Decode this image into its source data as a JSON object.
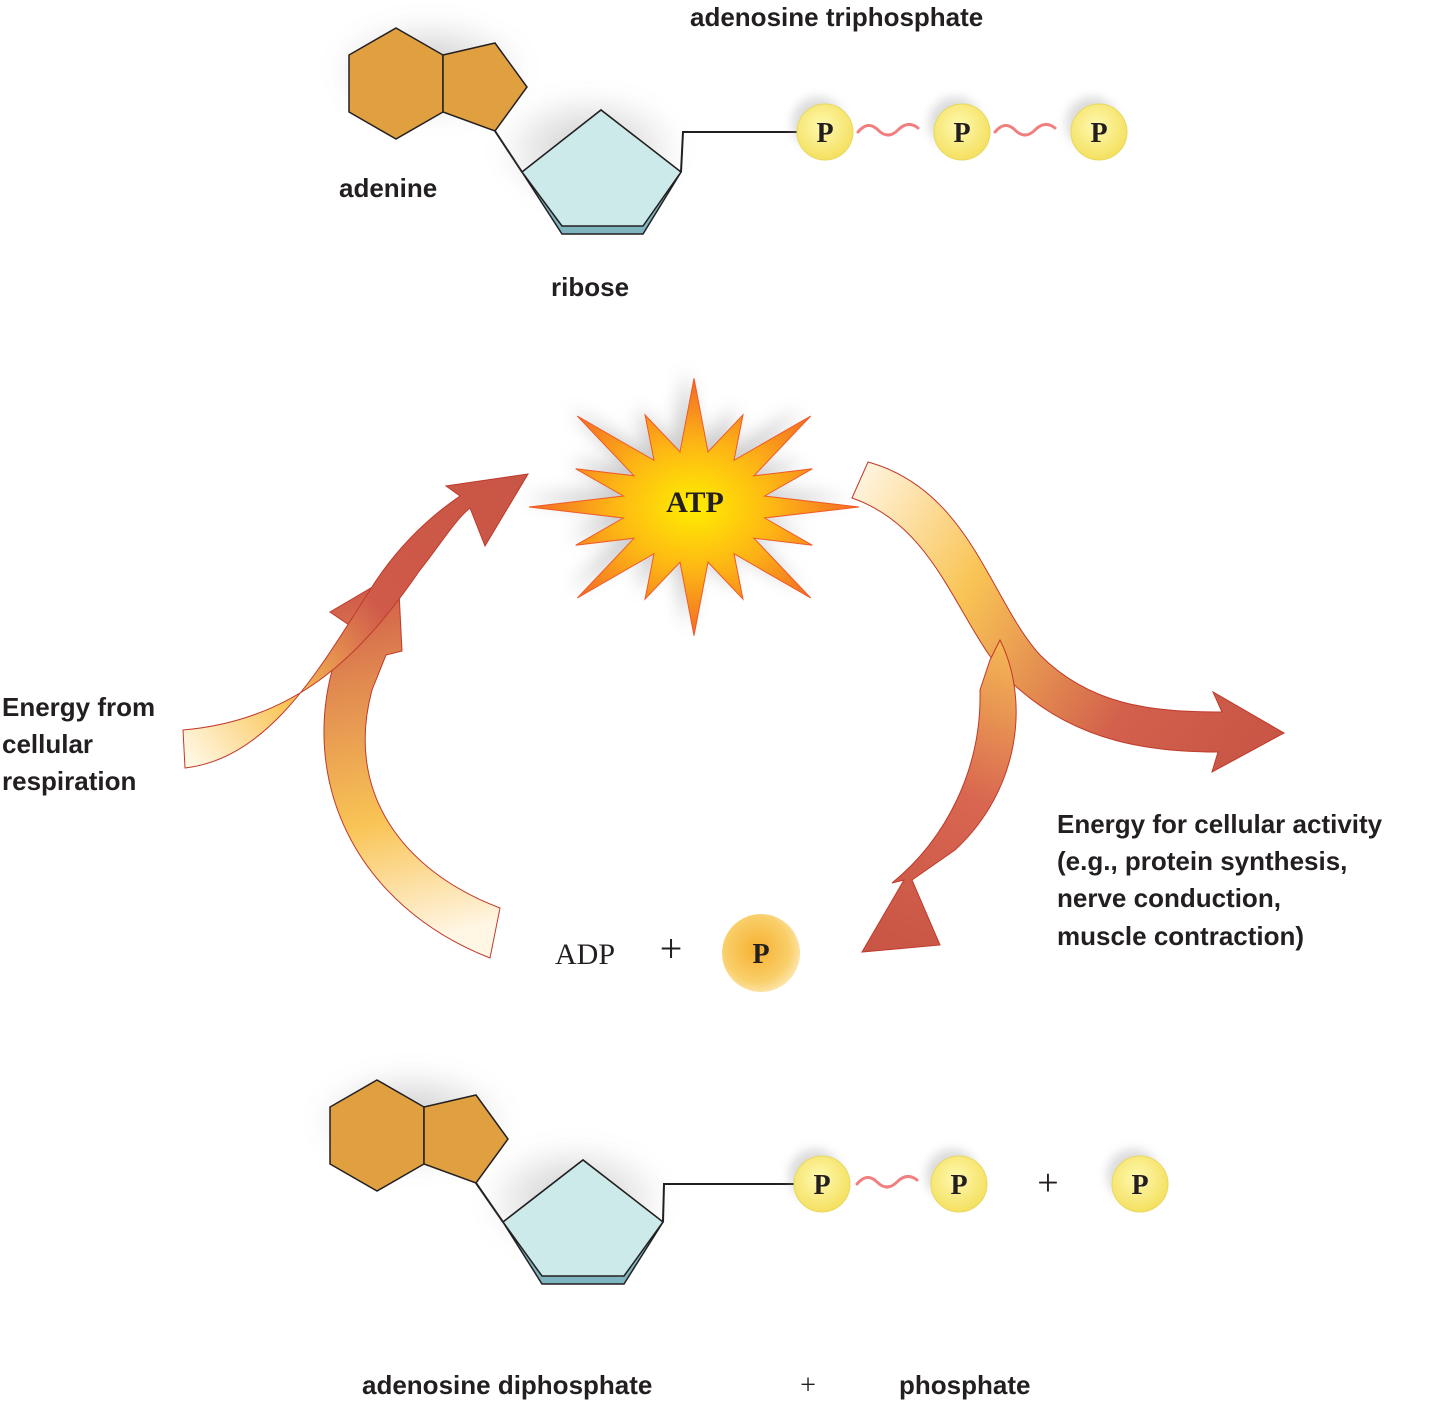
{
  "atp_molecule": {
    "title": "adenosine triphosphate",
    "adenine_label": "adenine",
    "ribose_label": "ribose",
    "phosphate_symbol": "P"
  },
  "cycle": {
    "center_label": "ATP",
    "input_label_lines": [
      "Energy from",
      "cellular",
      "respiration"
    ],
    "output_label_lines": [
      "Energy for cellular activity",
      "(e.g., protein synthesis,",
      "nerve conduction,",
      "muscle contraction)"
    ],
    "adp_label": "ADP",
    "plus": "+",
    "phosphate_symbol": "P"
  },
  "adp_molecule": {
    "phosphate_symbol": "P",
    "plus": "+",
    "adp_caption": "adenosine diphosphate",
    "caption_plus": "+",
    "phosphate_caption": "phosphate"
  },
  "colors": {
    "adenine": "#e0a040",
    "ribose": "#cdeaea",
    "ribose_base": "#7fb5c0",
    "phosphate": "#f7ef7a",
    "bond": "#f08080",
    "arrow_red": "#cc5544",
    "arrow_yellow": "#f8c050"
  }
}
